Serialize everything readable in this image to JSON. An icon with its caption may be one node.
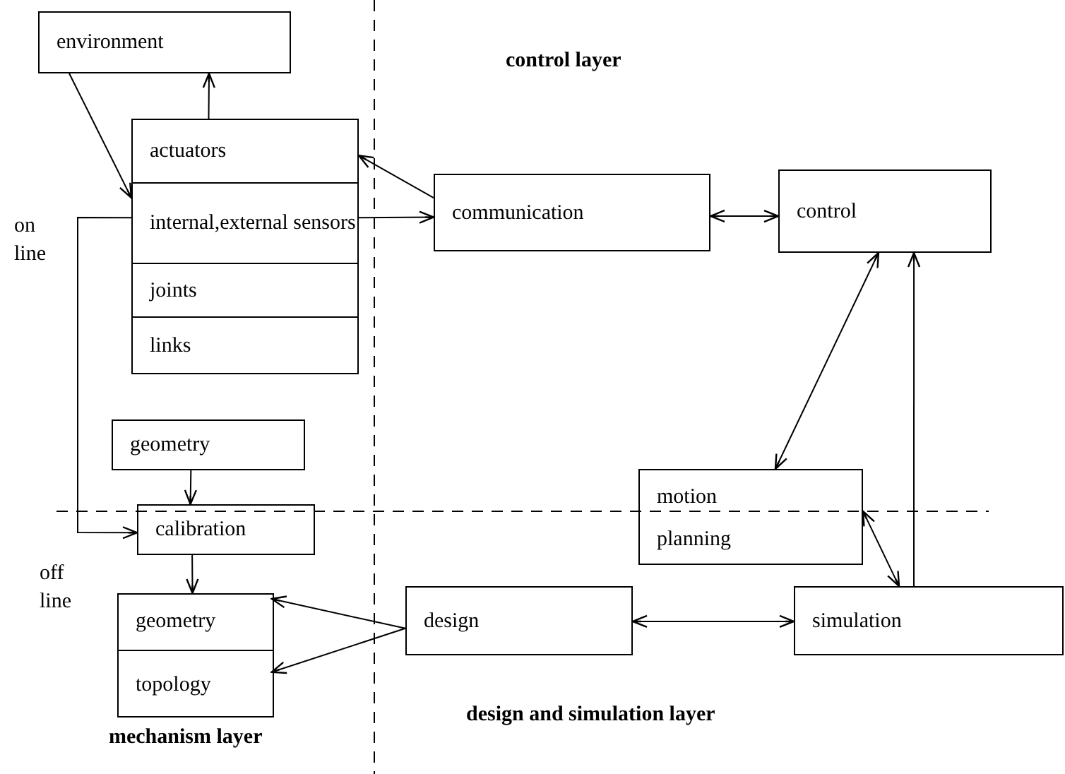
{
  "diagram": {
    "nodes": [
      {
        "text": [
          "environment"
        ]
      },
      {
        "text": [],
        "shape": "box"
      },
      {
        "text": [
          "actuators"
        ],
        "in": 1
      },
      {
        "text": [
          "internal,external sensors"
        ],
        "in": 1
      },
      {
        "text": [
          "joints"
        ],
        "in": 1
      },
      {
        "text": [
          "links"
        ],
        "in": 1
      },
      {
        "text": [
          "communication"
        ]
      },
      {
        "text": [
          "control"
        ]
      },
      {
        "text": [
          "geometry"
        ]
      },
      {
        "text": [
          "calibration"
        ]
      },
      {
        "text": [],
        "shape": "box"
      },
      {
        "text": [
          "geometry"
        ],
        "in": 10
      },
      {
        "text": [
          "topology"
        ],
        "in": 10
      },
      {
        "text": [
          "motion planning"
        ]
      },
      {
        "text": [
          "design"
        ]
      },
      {
        "text": [
          "simulation"
        ]
      }
    ],
    "edges": [
      {
        "from": 0,
        "to": 1,
        "arrow": "to"
      },
      {
        "from": 1,
        "to": 0,
        "arrow": "to"
      },
      {
        "from": 6,
        "to": 2,
        "arrow": "to"
      },
      {
        "from": 3,
        "to": 6,
        "arrow": "to"
      },
      {
        "from": 6,
        "to": 7,
        "arrow": "both"
      },
      {
        "from": 7,
        "to": 13,
        "arrow": "both"
      },
      {
        "from": 15,
        "to": 7,
        "arrow": "to"
      },
      {
        "from": 13,
        "to": 15,
        "arrow": "both"
      },
      {
        "from": 14,
        "to": 15,
        "arrow": "both"
      },
      {
        "from": 14,
        "to": 11,
        "arrow": "to"
      },
      {
        "from": 14,
        "to": 12,
        "arrow": "to"
      },
      {
        "from": 8,
        "to": 9,
        "arrow": "to"
      },
      {
        "from": 9,
        "to": 10,
        "arrow": "to"
      },
      {
        "from": 3,
        "to": 9,
        "arrow": "to"
      }
    ],
    "labels": [
      "control layer",
      "on line",
      "off line",
      "mechanism layer",
      "design and simulation layer"
    ]
  }
}
